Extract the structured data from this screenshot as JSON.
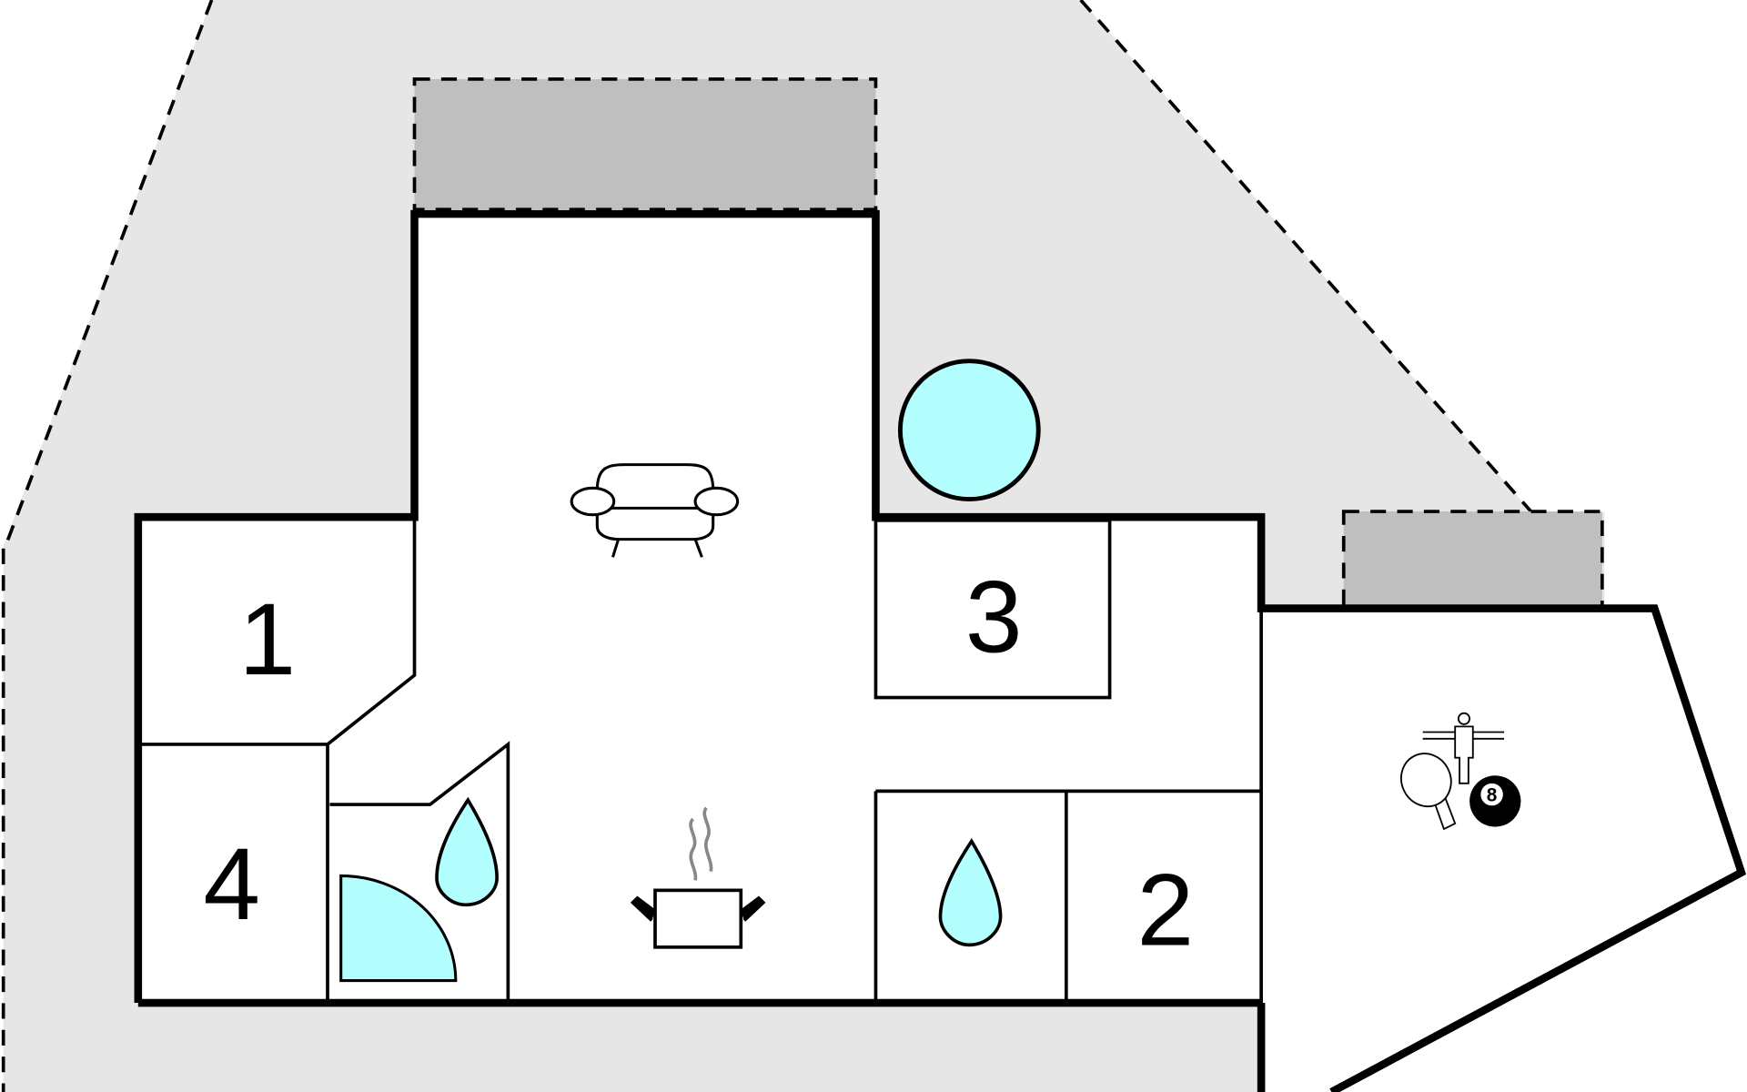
{
  "rooms": {
    "room1": "1",
    "room2": "2",
    "room3": "3",
    "room4": "4"
  },
  "icons": {
    "billiard_ball_number": "8"
  },
  "colors": {
    "plot": "#e6e6e6",
    "terrace": "#bfbfbf",
    "water": "#b3ffff",
    "wall": "#000000"
  }
}
